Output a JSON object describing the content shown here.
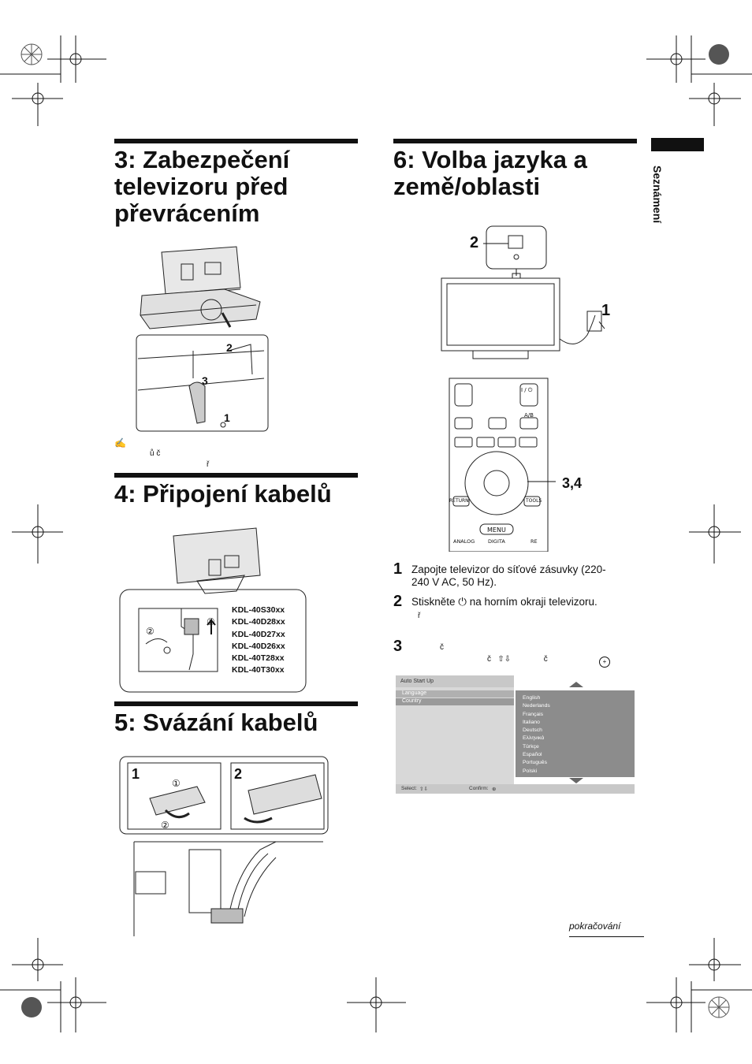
{
  "sections": {
    "s3": {
      "title": "3: Zabezpečení televizoru před převrácením"
    },
    "s4": {
      "title": "4: Připojení kabelů"
    },
    "s5": {
      "title": "5: Svázání kabelů"
    },
    "s6": {
      "title": "6: Volba jazyka a země/oblasti"
    }
  },
  "side_tab": {
    "label": "Seznámení"
  },
  "s3_note": {
    "line1": "ů      č",
    "line2": "ř"
  },
  "s3_callouts": [
    "2",
    "3",
    "1"
  ],
  "s4_models": [
    "KDL-40S30xx",
    "KDL-40D28xx",
    "KDL-40D27xx",
    "KDL-40D26xx",
    "KDL-40T28xx",
    "KDL-40T30xx"
  ],
  "s4_circles": [
    "①",
    "②"
  ],
  "s5_panels": [
    "1",
    "2"
  ],
  "s5_circles": [
    "①",
    "②"
  ],
  "s6_callouts": {
    "power_btn": "2",
    "plug": "1",
    "remote": "3,4"
  },
  "remote_labels": {
    "top_right": "I / ⏻",
    "ab": "A/B",
    "return": "RETURN",
    "tools": "TOOLS",
    "menu": "MENU",
    "analog": "ANALOG",
    "digital": "DIGITA",
    "re": "RE"
  },
  "steps": [
    {
      "num": "1",
      "text": "Zapojte televizor do síťové zásuvky (220-240 V AC, 50 Hz)."
    },
    {
      "num": "2",
      "text": "Stiskněte ⏻ na horním okraji televizoru.",
      "sub": "ř"
    },
    {
      "num": "3",
      "text": "č",
      "sub": "č   ⇧⇩               č"
    }
  ],
  "osd": {
    "title": "Auto Start Up",
    "items": [
      "Language",
      "Country"
    ],
    "languages": [
      "English",
      "Nederlands",
      "Français",
      "Italiano",
      "Deutsch",
      "Ελληνικά",
      "Türkçe",
      "Español",
      "Português",
      "Polski"
    ],
    "select_label": "Select:",
    "confirm_label": "Confirm:"
  },
  "continued": "pokračování"
}
